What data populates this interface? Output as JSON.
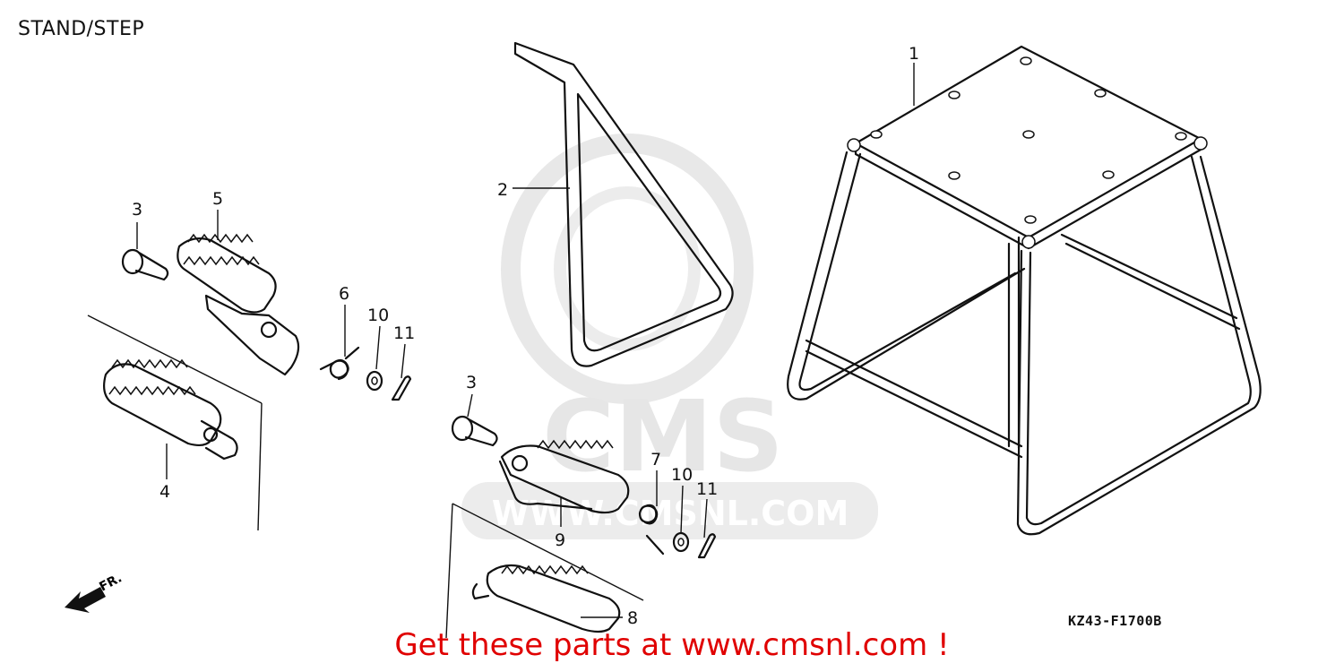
{
  "header": {
    "title": "STAND/STEP"
  },
  "diagram_code": "KZ43-F1700B",
  "watermark": {
    "brand": "CMS",
    "site": "WWW.CMSNL.COM"
  },
  "direction_marker": {
    "label": "FR.",
    "icon": "arrow-left-icon"
  },
  "promo_text": "Get these parts at www.cmsnl.com !",
  "colors": {
    "promo": "#e00000",
    "line": "#111111",
    "watermark": "#e6e6e6"
  },
  "callouts": [
    {
      "id": "stand",
      "label": "1"
    },
    {
      "id": "stand-bar",
      "label": "2"
    },
    {
      "id": "bolt-left",
      "label": "3"
    },
    {
      "id": "footpeg-left-lower",
      "label": "4"
    },
    {
      "id": "footpeg-left-upper",
      "label": "5"
    },
    {
      "id": "spring-left",
      "label": "6"
    },
    {
      "id": "spring-right",
      "label": "7"
    },
    {
      "id": "footpeg-right-lower",
      "label": "8"
    },
    {
      "id": "footpeg-right-upper",
      "label": "9"
    },
    {
      "id": "washer-left",
      "label": "10"
    },
    {
      "id": "cotter-left",
      "label": "11"
    },
    {
      "id": "bolt-right",
      "label": "3"
    },
    {
      "id": "washer-right",
      "label": "10"
    },
    {
      "id": "cotter-right",
      "label": "11"
    }
  ]
}
